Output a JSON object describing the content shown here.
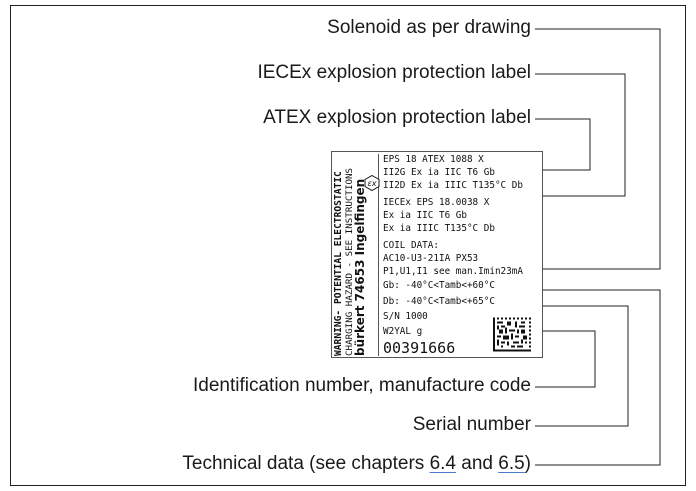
{
  "callouts": {
    "solenoid": "Solenoid as per drawing",
    "iecex": "IECEx explosion protection label",
    "atex": "ATEX explosion protection label",
    "identification": "Identification number, manufacture code",
    "serial": "Serial number",
    "technical_prefix": "Technical data (see chapters ",
    "technical_link1": "6.4",
    "technical_mid": " and ",
    "technical_link2": "6.5",
    "technical_suffix": ")"
  },
  "nameplate": {
    "side_lines": [
      "WARNING- POTENTIAL ELECTROSTATIC",
      "CHARGING HAZARD - SEE INSTRUCTIONS",
      "bürkert 74653 Ingelfingen"
    ],
    "ex_symbol": "εx",
    "atex": [
      "EPS 18 ATEX 1088 X",
      "II2G Ex ia IIC T6 Gb",
      "II2D Ex ia IIIC T135°C Db"
    ],
    "iecex": [
      "IECEx EPS 18.0038 X",
      "Ex ia IIC T6 Gb",
      "Ex ia IIIC T135°C Db"
    ],
    "coil": [
      "COIL DATA:",
      "AC10-U3-21IA PX53",
      "P1,U1,I1 see man.Imin23mA",
      "Gb: -40°C<Tamb<+60°C",
      "Db: -40°C<Tamb<+65°C"
    ],
    "serial": "S/N 1000",
    "manufacture_code": "W2YAL g",
    "part_number": "00391666"
  },
  "colors": {
    "link_underline": "#4a7bd0",
    "line": "#222222"
  }
}
